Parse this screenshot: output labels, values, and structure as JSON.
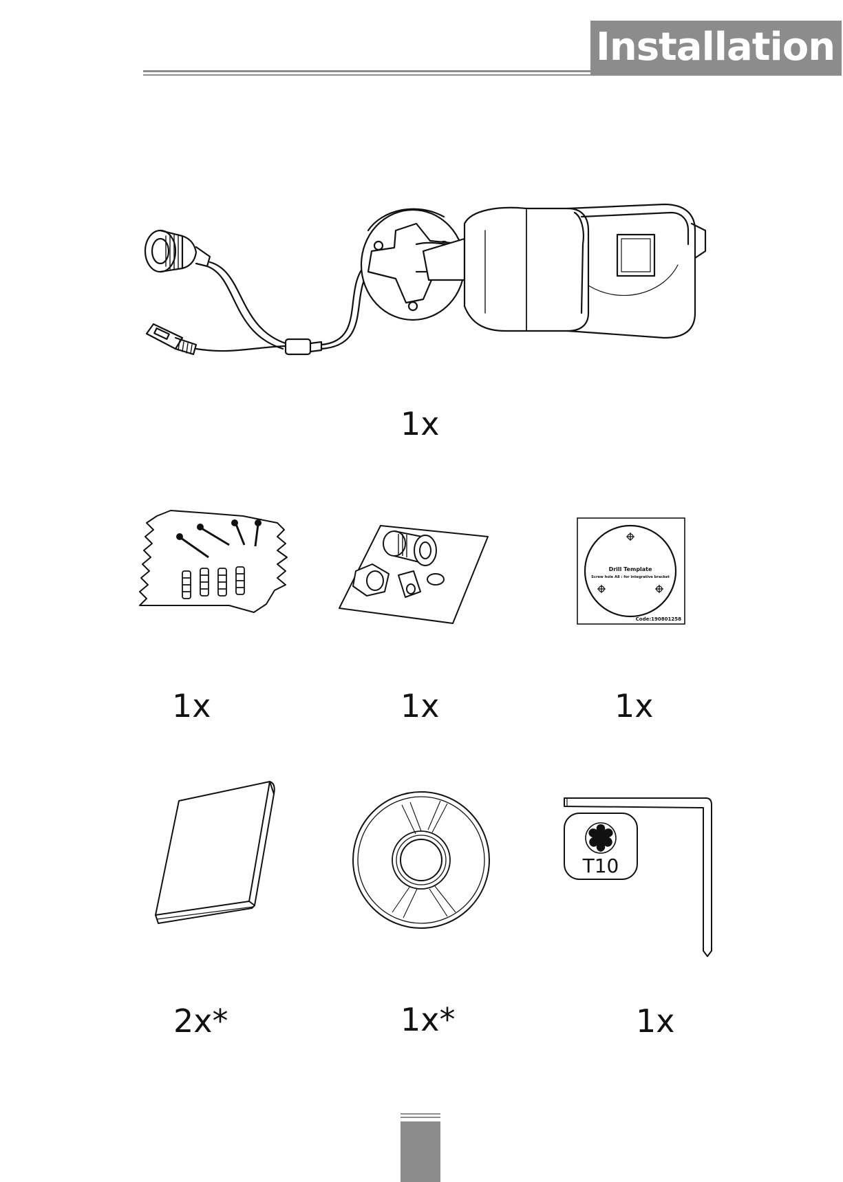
{
  "header": {
    "title": "Installation"
  },
  "camera": {
    "quantity": "1x"
  },
  "screws": {
    "quantity": "1x"
  },
  "waterproof_kit": {
    "quantity": "1x"
  },
  "drill_template": {
    "quantity": "1x",
    "title": "Drill Template",
    "subtitle": "Screw hole A8 : for integrative  bracket",
    "code": "Code:190801258"
  },
  "manual": {
    "quantity": "2x*"
  },
  "disc": {
    "quantity": "1x*"
  },
  "torx_wrench": {
    "quantity": "1x",
    "badge": "T10"
  },
  "colors": {
    "accent_gray": "#8c8c8c",
    "line": "#111111"
  }
}
